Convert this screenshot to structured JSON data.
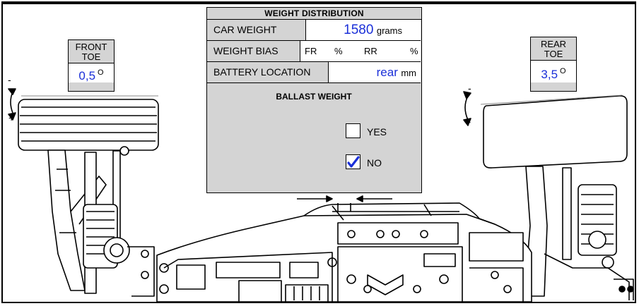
{
  "front_toe": {
    "label_line1": "FRONT",
    "label_line2": "TOE",
    "value": "0,5",
    "unit": "O"
  },
  "rear_toe": {
    "label_line1": "REAR",
    "label_line2": "TOE",
    "value": "3,5",
    "unit": "O"
  },
  "adjust_signs": {
    "minus": "-",
    "plus": "+"
  },
  "weight_distribution": {
    "title": "WEIGHT DISTRIBUTION",
    "car_weight_label": "CAR WEIGHT",
    "car_weight_value": "1580",
    "car_weight_unit": "grams",
    "weight_bias_label": "WEIGHT BIAS",
    "fr_label": "FR",
    "rr_label": "RR",
    "percent": "%",
    "battery_location_label": "BATTERY LOCATION",
    "battery_location_value": "rear",
    "battery_location_unit": "mm",
    "ballast_title": "BALLAST WEIGHT",
    "yes_label": "YES",
    "no_label": "NO",
    "yes_checked": false,
    "no_checked": true
  },
  "colors": {
    "value_blue": "#1a2fd8",
    "panel_gray": "#d4d4d4",
    "check_blue": "#1a2fd8"
  }
}
